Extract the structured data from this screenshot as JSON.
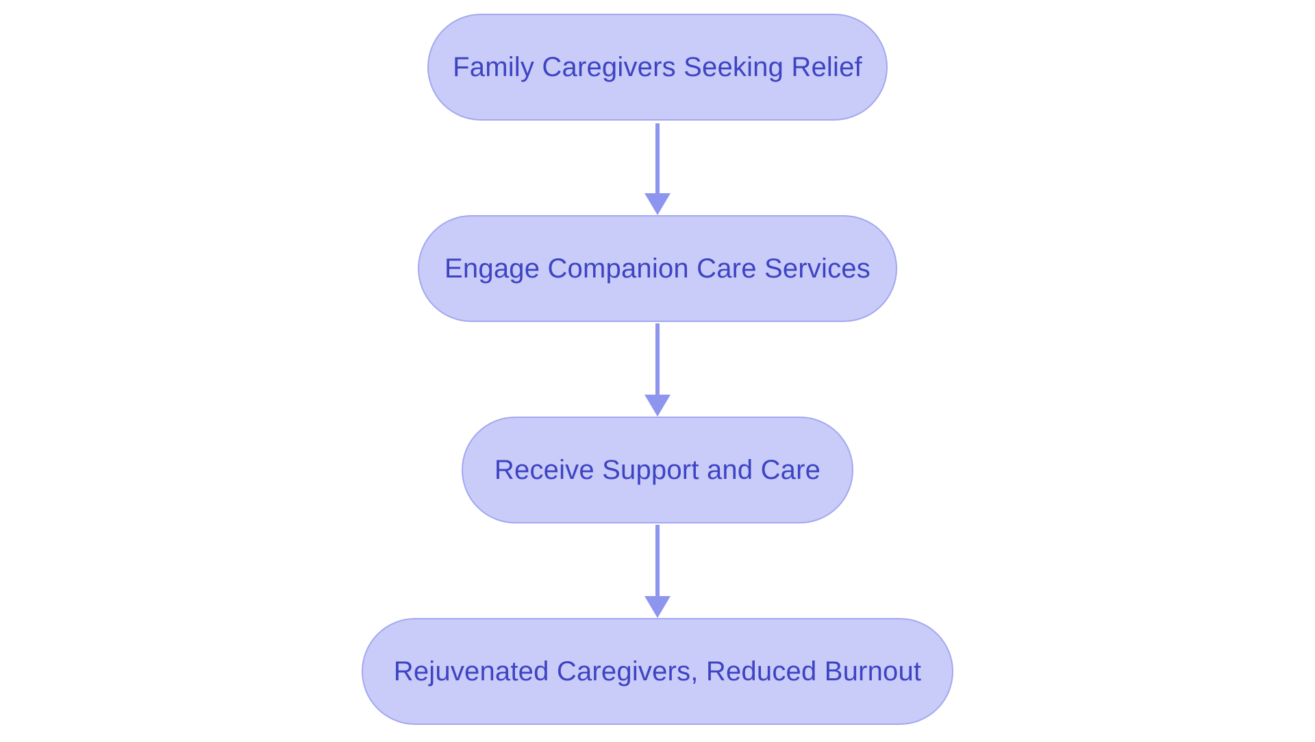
{
  "diagram": {
    "type": "flowchart",
    "direction": "top-down",
    "nodes": [
      {
        "id": "n1",
        "label": "Family Caregivers Seeking Relief"
      },
      {
        "id": "n2",
        "label": "Engage Companion Care Services"
      },
      {
        "id": "n3",
        "label": "Receive Support and Care"
      },
      {
        "id": "n4",
        "label": "Rejuvenated Caregivers, Reduced Burnout"
      }
    ],
    "edges": [
      {
        "from": "n1",
        "to": "n2"
      },
      {
        "from": "n2",
        "to": "n3"
      },
      {
        "from": "n3",
        "to": "n4"
      }
    ],
    "colors": {
      "node_fill": "#c9cbf8",
      "node_border": "#a3a8f0",
      "node_text": "#3d44c2",
      "arrow": "#8e95ef",
      "background": "#ffffff"
    }
  }
}
